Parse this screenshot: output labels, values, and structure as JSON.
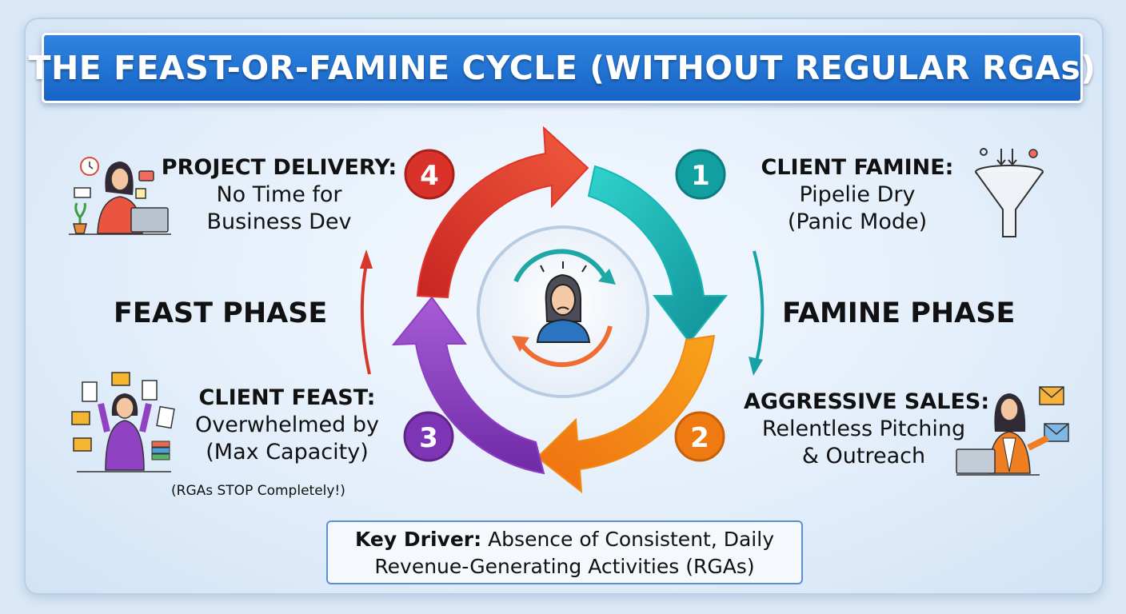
{
  "title": "THE FEAST-OR-FAMINE CYCLE (WITHOUT REGULAR RGAs)",
  "stages": [
    {
      "number": "1",
      "heading": "CLIENT FAMINE:",
      "lines": [
        "Pipelie Dry",
        "(Panic Mode)"
      ],
      "color": "#1bb3b0",
      "icon": "funnel-icon"
    },
    {
      "number": "2",
      "heading": "AGGRESSIVE SALES:",
      "lines": [
        "Relentless Pitching",
        "& Outreach"
      ],
      "color": "#f28a12",
      "icon": "email-outreach-person-icon"
    },
    {
      "number": "3",
      "heading": "CLIENT FEAST:",
      "lines": [
        "Overwhelmed by",
        "(Max Capacity)"
      ],
      "color": "#8e3ec4",
      "icon": "overwhelmed-person-icon"
    },
    {
      "number": "4",
      "heading": "PROJECT DELIVERY:",
      "lines": [
        "No Time for",
        "Business Dev"
      ],
      "color": "#e0352b",
      "icon": "working-at-laptop-icon"
    }
  ],
  "phases": {
    "feast": "FEAST PHASE",
    "famine": "FAMINE PHASE"
  },
  "feast_note": "(RGAs STOP Completely!)",
  "key_driver": {
    "label": "Key Driver:",
    "text_line1": "Absence of Consistent, Daily",
    "text_line2": "Revenue-Generating Activities (RGAs)"
  },
  "center_icon": "stressed-person-cycle-icon"
}
